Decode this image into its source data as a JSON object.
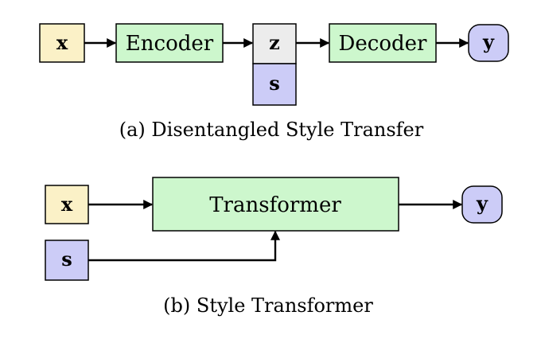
{
  "colors": {
    "input_fill": "#fbf1c7",
    "module_fill": "#cdf7cd",
    "latent_fill": "#ececec",
    "style_fill": "#ccccf7",
    "output_fill": "#ccccf7",
    "stroke": "#000000"
  },
  "diagram_a": {
    "caption": "(a) Disentangled Style Transfer",
    "nodes": {
      "x": "x",
      "encoder": "Encoder",
      "z": "z",
      "s": "s",
      "decoder": "Decoder",
      "y": "y"
    }
  },
  "diagram_b": {
    "caption": "(b) Style Transformer",
    "nodes": {
      "x": "x",
      "transformer": "Transformer",
      "s": "s",
      "y": "y"
    }
  }
}
